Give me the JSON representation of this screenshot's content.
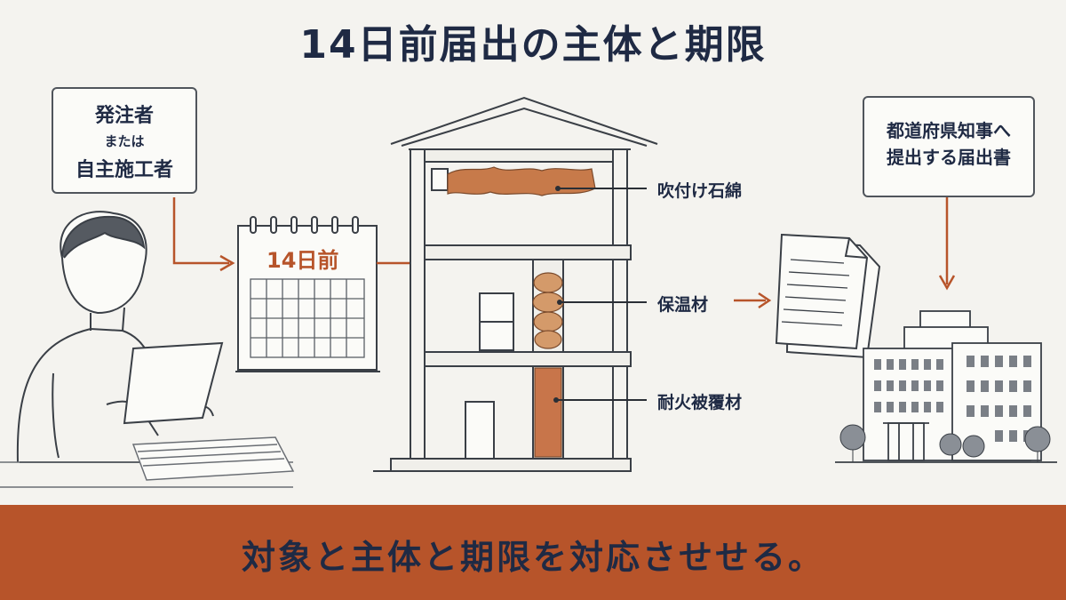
{
  "title": "14日前届出の主体と期限",
  "actor_box": {
    "line1": "発注者",
    "line2": "または",
    "line3": "自主施工者"
  },
  "calendar": {
    "label": "14日前"
  },
  "materials": {
    "sprayed": "吹付け石綿",
    "insulation": "保温材",
    "fireproof": "耐火被覆材"
  },
  "submit_box": {
    "line1": "都道府県知事へ",
    "line2": "提出する届出書"
  },
  "footer": {
    "text": "対象と主体と期限を対応させせる。"
  },
  "colors": {
    "accent": "#b7542a",
    "ink": "#1f2a44",
    "background": "#f4f3ef"
  }
}
